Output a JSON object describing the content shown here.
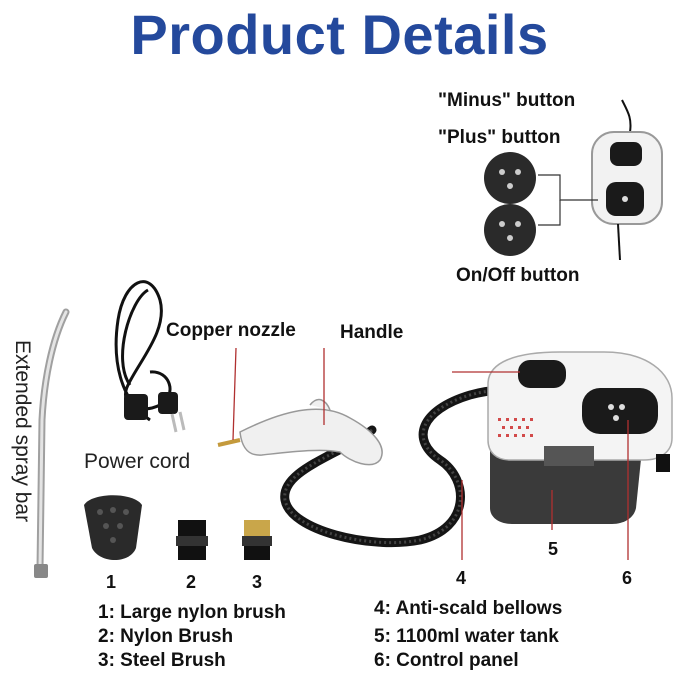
{
  "title": "Product Details",
  "control_labels": {
    "minus": "\"Minus\" button",
    "plus": "\"Plus\" button",
    "onoff": "On/Off button"
  },
  "part_labels": {
    "copper_nozzle": "Copper nozzle",
    "handle": "Handle",
    "power_cord": "Power cord",
    "spray_bar": "Extended spray bar"
  },
  "numbers": {
    "n1": "1",
    "n2": "2",
    "n3": "3",
    "n4": "4",
    "n5": "5",
    "n6": "6"
  },
  "legend_left": [
    "1: Large nylon brush",
    "2: Nylon Brush",
    "3: Steel Brush"
  ],
  "legend_right": [
    "4: Anti-scald bellows",
    "5: 1100ml water tank",
    "6: Control panel"
  ],
  "colors": {
    "title": "#24499c",
    "leader_line": "#b03030",
    "body_white": "#f4f4f4",
    "dark": "#222222"
  }
}
